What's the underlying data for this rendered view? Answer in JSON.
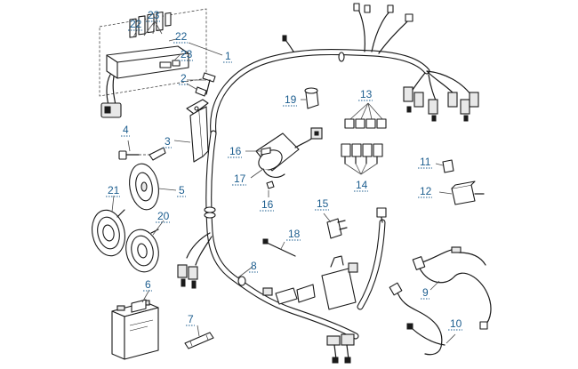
{
  "callouts": {
    "c1": "1",
    "c2": "2",
    "c3": "3",
    "c4": "4",
    "c5": "5",
    "c6": "6",
    "c7": "7",
    "c8": "8",
    "c9": "9",
    "c10": "10",
    "c11": "11",
    "c12": "12",
    "c13": "13",
    "c14": "14",
    "c15": "15",
    "c16a": "16",
    "c16b": "16",
    "c17": "17",
    "c18": "18",
    "c19": "19",
    "c20": "20",
    "c21": "21",
    "c22a": "22",
    "c22b": "22",
    "c23a": "23",
    "c23b": "23"
  },
  "colors": {
    "line": "#1a1a1a",
    "callout_text": "#1d5e8f",
    "background": "#ffffff"
  }
}
